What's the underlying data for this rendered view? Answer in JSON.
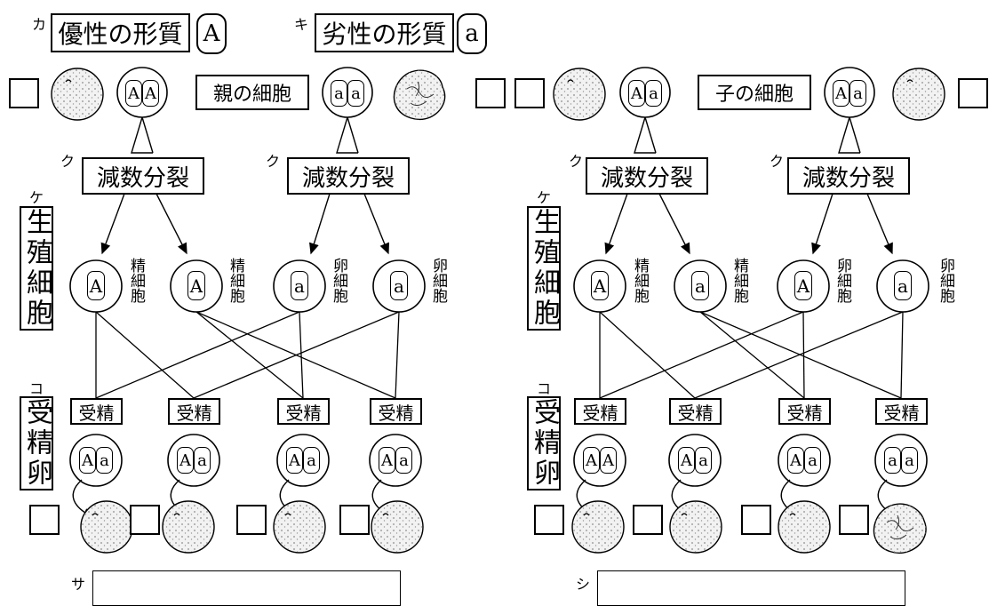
{
  "top": {
    "ka": "カ",
    "dominant": "優性の形質",
    "dominant_gene": "A",
    "ki": "キ",
    "recessive": "劣性の形質",
    "recessive_gene": "a"
  },
  "left": {
    "parent_cell": "親の細胞",
    "parent1_genes": [
      "A",
      "A"
    ],
    "parent2_genes": [
      "a",
      "a"
    ],
    "ku1": "ク",
    "ku2": "ク",
    "meiosis": "減数分裂",
    "ke": "ケ",
    "germ_cell": "生殖細胞",
    "gametes": [
      {
        "gene": "A",
        "label": "精細胞"
      },
      {
        "gene": "A",
        "label": "精細胞"
      },
      {
        "gene": "a",
        "label": "卵細胞"
      },
      {
        "gene": "a",
        "label": "卵細胞"
      }
    ],
    "ko": "コ",
    "fertilized": "受精卵",
    "fertilization": "受精",
    "zygotes": [
      [
        "A",
        "a"
      ],
      [
        "A",
        "a"
      ],
      [
        "A",
        "a"
      ],
      [
        "A",
        "a"
      ]
    ],
    "sa": "サ"
  },
  "right": {
    "child_cell": "子の細胞",
    "parent1_genes": [
      "A",
      "a"
    ],
    "parent2_genes": [
      "A",
      "a"
    ],
    "ku1": "ク",
    "ku2": "ク",
    "meiosis": "減数分裂",
    "ke": "ケ",
    "germ_cell": "生殖細胞",
    "gametes": [
      {
        "gene": "A",
        "label": "精細胞"
      },
      {
        "gene": "a",
        "label": "精細胞"
      },
      {
        "gene": "A",
        "label": "卵細胞"
      },
      {
        "gene": "a",
        "label": "卵細胞"
      }
    ],
    "ko": "コ",
    "fertilized": "受精卵",
    "fertilization": "受精",
    "zygotes": [
      [
        "A",
        "A"
      ],
      [
        "A",
        "a"
      ],
      [
        "A",
        "a"
      ],
      [
        "a",
        "a"
      ]
    ],
    "shi": "シ"
  },
  "colors": {
    "ink": "#000000",
    "seed_fill": "#f2f2f2",
    "seed_dot": "#8a8a8a"
  },
  "icons": {
    "smooth_pea": "smooth-seed-icon",
    "wrinkled_pea": "wrinkled-seed-icon"
  }
}
